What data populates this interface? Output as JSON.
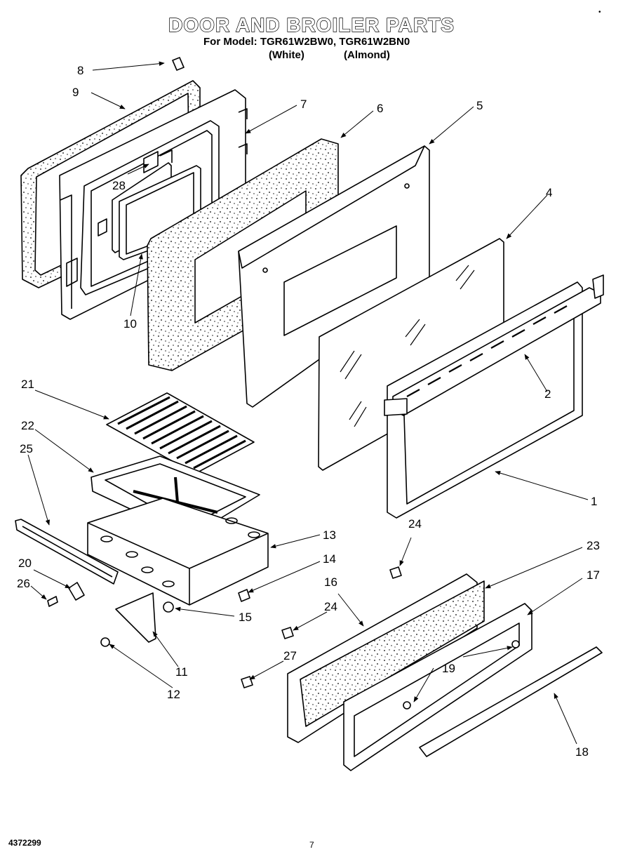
{
  "header": {
    "title": "DOOR AND BROILER PARTS",
    "model_line": "For Model: TGR61W2BW0, TGR61W2BN0",
    "variant_white": "(White)",
    "variant_almond": "(Almond)"
  },
  "footer": {
    "doc_number": "4372299",
    "page_number": "7",
    "corner_mark": "•"
  },
  "callouts": {
    "c1": "1",
    "c2": "2",
    "c4": "4",
    "c5": "5",
    "c6": "6",
    "c7": "7",
    "c8": "8",
    "c9": "9",
    "c10": "10",
    "c11": "11",
    "c12": "12",
    "c13": "13",
    "c14": "14",
    "c15": "15",
    "c16": "16",
    "c17": "17",
    "c18": "18",
    "c19": "19",
    "c20": "20",
    "c21": "21",
    "c22": "22",
    "c23": "23",
    "c24a": "24",
    "c24b": "24",
    "c25": "25",
    "c26": "26",
    "c27": "27",
    "c28": "28"
  }
}
